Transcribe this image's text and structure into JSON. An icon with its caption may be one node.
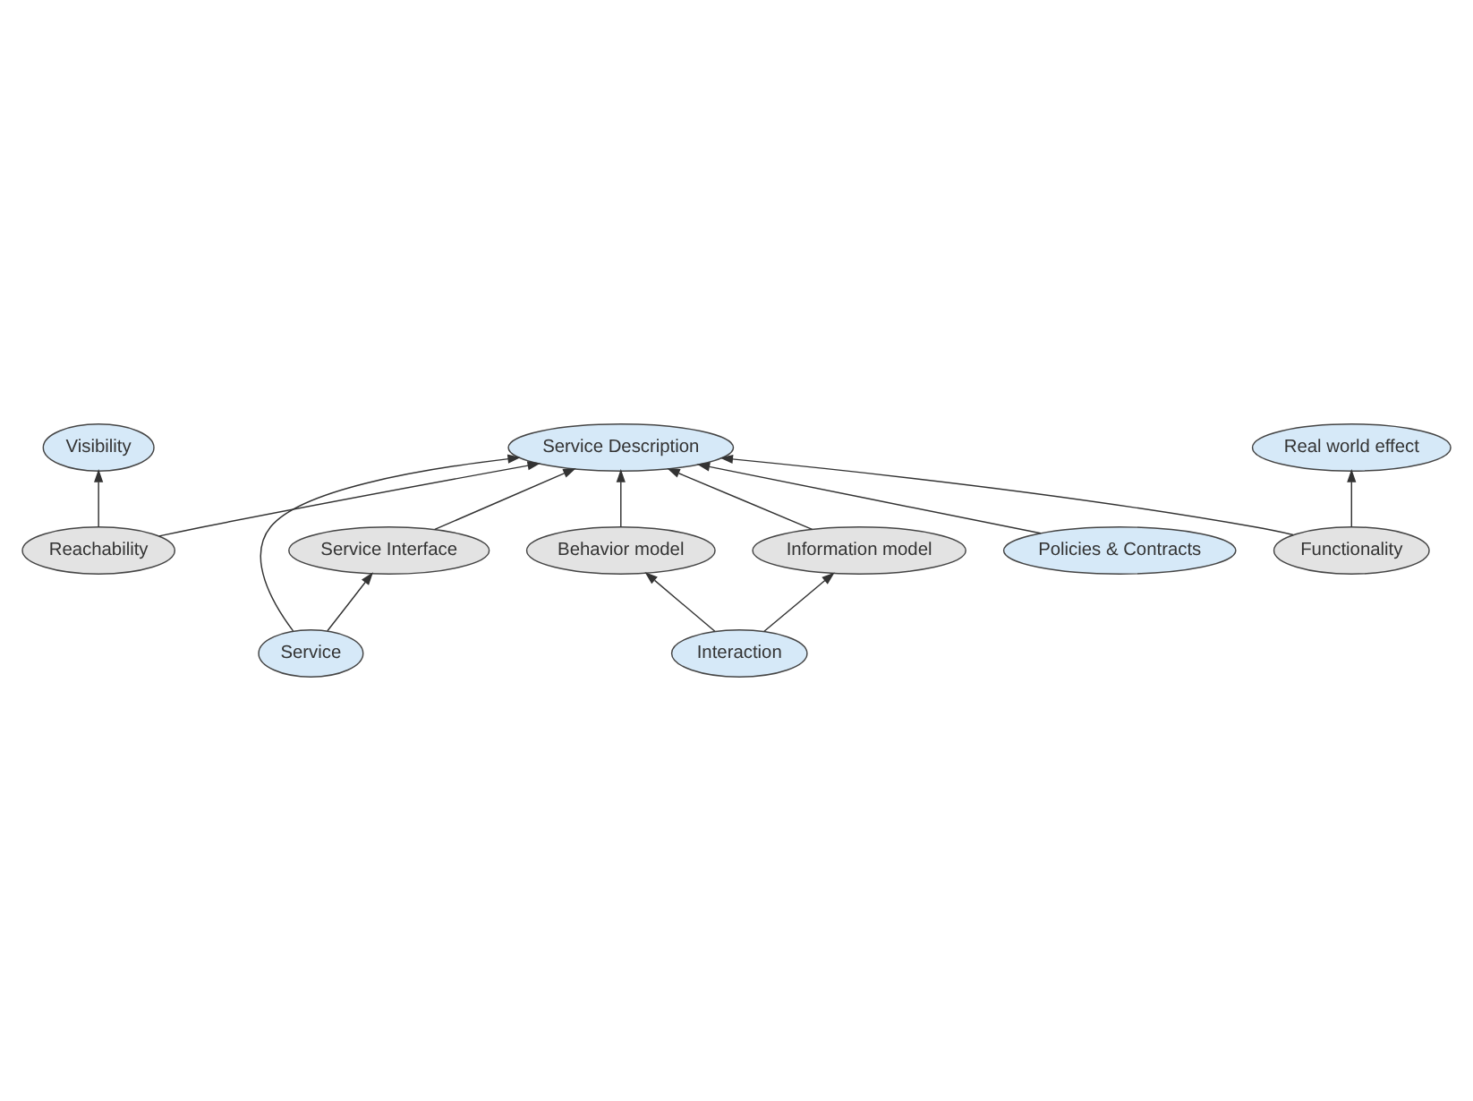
{
  "diagram": {
    "nodes": [
      {
        "text": [
          "Service Description"
        ]
      },
      {
        "text": [
          "Visibility"
        ]
      },
      {
        "text": [
          "Reachability"
        ]
      },
      {
        "text": [
          "Service"
        ]
      },
      {
        "text": [
          "Service Interface"
        ]
      },
      {
        "text": [
          "Interaction"
        ]
      },
      {
        "text": [
          "Functionality"
        ]
      },
      {
        "text": [
          "Real world effect"
        ]
      },
      {
        "text": [
          "Behavior model"
        ]
      },
      {
        "text": [
          "Information model"
        ]
      },
      {
        "text": [
          "Policies & Contracts"
        ]
      }
    ],
    "edges": [
      {
        "from": 2,
        "to": 0,
        "arrow": "to"
      },
      {
        "from": 2,
        "to": 1,
        "arrow": "to"
      },
      {
        "from": 3,
        "to": 0,
        "arrow": "to"
      },
      {
        "from": 3,
        "to": 4,
        "arrow": "to"
      },
      {
        "from": 4,
        "to": 0,
        "arrow": "to"
      },
      {
        "from": 6,
        "to": 0,
        "arrow": "to"
      },
      {
        "from": 6,
        "to": 7,
        "arrow": "to"
      },
      {
        "from": 10,
        "to": 0,
        "arrow": "to"
      },
      {
        "from": 8,
        "to": 0,
        "arrow": "to"
      },
      {
        "from": 5,
        "to": 8,
        "arrow": "to"
      },
      {
        "from": 5,
        "to": 9,
        "arrow": "to"
      },
      {
        "from": 9,
        "to": 0,
        "arrow": "to"
      }
    ]
  }
}
